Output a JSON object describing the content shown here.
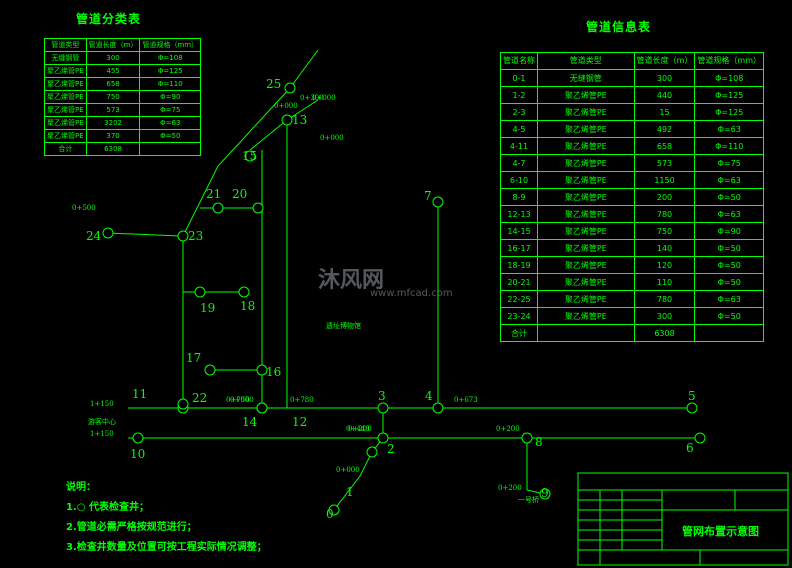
{
  "table1": {
    "title": "管道分类表",
    "headers": [
      "管道类型",
      "管道长度（m）",
      "管道规格（mm）"
    ],
    "rows": [
      [
        "无缝钢管",
        "300",
        "Φ=108"
      ],
      [
        "聚乙烯管PE",
        "455",
        "Φ=125"
      ],
      [
        "聚乙烯管PE",
        "658",
        "Φ=110"
      ],
      [
        "聚乙烯管PE",
        "750",
        "Φ=90"
      ],
      [
        "聚乙烯管PE",
        "573",
        "Φ=75"
      ],
      [
        "聚乙烯管PE",
        "3202",
        "Φ=63"
      ],
      [
        "聚乙烯管PE",
        "370",
        "Φ=50"
      ],
      [
        "合计",
        "6308",
        ""
      ]
    ]
  },
  "table2": {
    "title": "管道信息表",
    "headers": [
      "管道名称",
      "管道类型",
      "管道长度（m）",
      "管道规格（mm）"
    ],
    "rows": [
      [
        "0-1",
        "无缝钢管",
        "300",
        "Φ=108"
      ],
      [
        "1-2",
        "聚乙烯管PE",
        "440",
        "Φ=125"
      ],
      [
        "2-3",
        "聚乙烯管PE",
        "15",
        "Φ=125"
      ],
      [
        "4-5",
        "聚乙烯管PE",
        "492",
        "Φ=63"
      ],
      [
        "4-11",
        "聚乙烯管PE",
        "658",
        "Φ=110"
      ],
      [
        "4-7",
        "聚乙烯管PE",
        "573",
        "Φ=75"
      ],
      [
        "6-10",
        "聚乙烯管PE",
        "1150",
        "Φ=63"
      ],
      [
        "8-9",
        "聚乙烯管PE",
        "200",
        "Φ=50"
      ],
      [
        "12-13",
        "聚乙烯管PE",
        "780",
        "Φ=63"
      ],
      [
        "14-15",
        "聚乙烯管PE",
        "750",
        "Φ=90"
      ],
      [
        "16-17",
        "聚乙烯管PE",
        "140",
        "Φ=50"
      ],
      [
        "18-19",
        "聚乙烯管PE",
        "120",
        "Φ=50"
      ],
      [
        "20-21",
        "聚乙烯管PE",
        "110",
        "Φ=50"
      ],
      [
        "22-25",
        "聚乙烯管PE",
        "780",
        "Φ=63"
      ],
      [
        "23-24",
        "聚乙烯管PE",
        "300",
        "Φ=50"
      ],
      [
        "合计",
        "",
        "6308",
        ""
      ]
    ]
  },
  "notes": {
    "heading": "说明：",
    "items": [
      "1.○ 代表检查井；",
      "2.管道必需严格按规范进行；",
      "3.检查井数量及位置可按工程实际情况调整；"
    ]
  },
  "title_block": {
    "drawing_title": "管网布置示意图"
  },
  "watermark": {
    "brand": "沐风网",
    "url": "www.mfcad.com"
  },
  "diagram": {
    "node_labels": [
      "0",
      "1",
      "2",
      "3",
      "4",
      "5",
      "6",
      "7",
      "8",
      "9",
      "10",
      "11",
      "12",
      "13",
      "14",
      "15",
      "16",
      "17",
      "18",
      "19",
      "20",
      "21",
      "22",
      "23",
      "24",
      "25"
    ],
    "stations": [
      "0+000",
      "0+000",
      "0+000",
      "0+000",
      "0+200",
      "0+200",
      "0+200",
      "0+300",
      "0+440",
      "0+500",
      "0+673",
      "0+750",
      "0+780",
      "0+000",
      "1+150",
      "1+150"
    ],
    "place_labels": [
      "遗址博物馆",
      "游客中心",
      "一号桥"
    ]
  }
}
